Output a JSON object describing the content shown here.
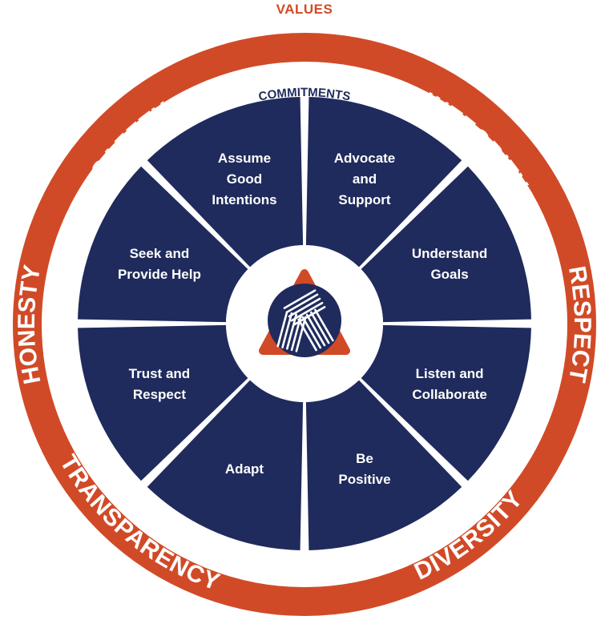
{
  "title": "VALUES",
  "commitments_title": "COMMITMENTS",
  "colors": {
    "accent": "#d14a27",
    "navy": "#1f2b5c",
    "background": "#ffffff"
  },
  "center_logo_icon": "woven-triangle-logo-icon",
  "values": {
    "safety": "SAFETY",
    "integrity": "INTEGRITY",
    "respect": "RESPECT",
    "diversity": "DIVERSITY",
    "transparency": "TRANSPARENCY",
    "honesty": "HONESTY"
  },
  "commitments": [
    {
      "lines": [
        "Advocate",
        "and",
        "Support"
      ]
    },
    {
      "lines": [
        "Understand",
        "Goals"
      ]
    },
    {
      "lines": [
        "Listen and",
        "Collaborate"
      ]
    },
    {
      "lines": [
        "Be",
        "Positive"
      ]
    },
    {
      "lines": [
        "Adapt"
      ]
    },
    {
      "lines": [
        "Trust and",
        "Respect"
      ]
    },
    {
      "lines": [
        "Seek and",
        "Provide Help"
      ]
    },
    {
      "lines": [
        "Assume",
        "Good",
        "Intentions"
      ]
    }
  ]
}
